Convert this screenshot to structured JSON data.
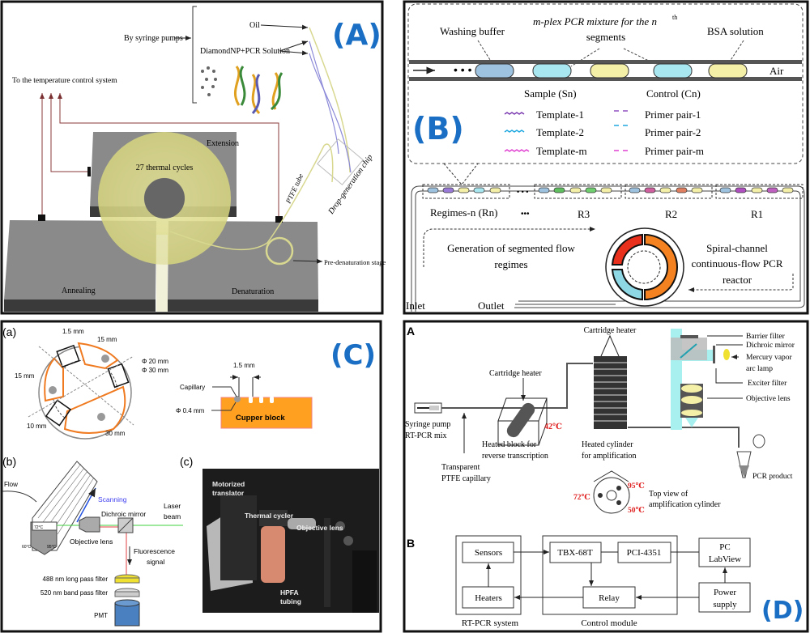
{
  "panel_a": {
    "label": "(A)",
    "syringe": "By syringe pumps",
    "oil": "Oil",
    "solution": "DiamondNP+PCR Solution",
    "temp_control": "To the temperature control system",
    "extension": "Extension",
    "cycles": "27 thermal cycles",
    "annealing": "Annealing",
    "denaturation": "Denaturation",
    "pre_denat": "Pre-denaturation stage",
    "ptfe": "PTFE tube",
    "chip": "Drop-generation chip"
  },
  "panel_b": {
    "label": "(B)",
    "washing": "Washing buffer",
    "mixture_1": "m-plex PCR mixture for the n",
    "mixture_sup": "th",
    "mixture_2": "segments",
    "bsa": "BSA solution",
    "air": "Air",
    "sample": "Sample (Sn)",
    "control": "Control (Cn)",
    "templates": [
      "Template-1",
      "Template-2",
      "Template-m"
    ],
    "primers": [
      "Primer pair-1",
      "Primer pair-2",
      "Primer pair-m"
    ],
    "regimes": [
      "Regimes-n (Rn)",
      "•••",
      "R3",
      "R2",
      "R1"
    ],
    "generation_1": "Generation of segmented flow",
    "generation_2": "regimes",
    "reactor": [
      "Spiral-channel",
      "continuous-flow PCR",
      "reactor"
    ],
    "inlet": "Inlet",
    "outlet": "Outlet",
    "colors": {
      "washing": "#9ec3e0",
      "sample": "#a8e6f0",
      "bsa": "#f5f0a8",
      "red": "#e8301c",
      "orange": "#f58220",
      "cyan": "#8ed8e6"
    }
  },
  "panel_c": {
    "label": "(C)",
    "sub_a": "(a)",
    "sub_b": "(b)",
    "sub_c": "(c)",
    "dims": [
      "1.5 mm",
      "15 mm",
      "15 mm",
      "Φ 20 mm",
      "Φ 30 mm",
      "10 mm",
      "30 mm"
    ],
    "block_gap": "1.5 mm",
    "capillary": "Capillary",
    "phi04": "Φ 0.4 mm",
    "block": "Cupper block",
    "flow": "Flow",
    "scanning": "Scanning",
    "dichroic": "Dichroic mirror",
    "laser_1": "Laser",
    "laser_2": "beam",
    "objective": "Objective lens",
    "fluor_1": "Fluorescence",
    "fluor_2": "signal",
    "filter1": "488 nm long pass filter",
    "filter2": "520 nm band pass filter",
    "pmt": "PMT",
    "temps": [
      "72°C",
      "60°C",
      "95°C"
    ],
    "photo": {
      "translator_1": "Motorized",
      "translator_2": "translator",
      "cycler": "Thermal cycler",
      "lens": "Objective lens",
      "tubing_1": "HPFA",
      "tubing_2": "tubing"
    }
  },
  "panel_d": {
    "label": "(D)",
    "sub_a": "A",
    "sub_b": "B",
    "cartridge_top": "Cartridge heater",
    "barrier": "Barrier filter",
    "dichroic": "Dichroic mirror",
    "mercury_1": "Mercury vapor",
    "mercury_2": "arc lamp",
    "exciter": "Exciter filter",
    "objective": "Objective lens",
    "cartridge_block": "Cartridge heater",
    "syringe_1": "Syringe pump",
    "syringe_2": "RT-PCR mix",
    "t42": "42℃",
    "block_1": "Heated block for",
    "block_2": "reverse transcription",
    "cyl_1": "Heated cylinder",
    "cyl_2": "for amplification",
    "ptfe_1": "Transparent",
    "ptfe_2": "PTFE capillary",
    "product": "PCR product",
    "t95": "95℃",
    "t72": "72℃",
    "t50": "50℃",
    "top_1": "Top view of",
    "top_2": "amplification cylinder",
    "blocks": {
      "sensors": "Sensors",
      "tbx": "TBX-68T",
      "pci": "PCI-4351",
      "pc_1": "PC",
      "pc_2": "LabView",
      "heaters": "Heaters",
      "relay": "Relay",
      "power_1": "Power",
      "power_2": "supply"
    },
    "group_rtpcr": "RT-PCR system",
    "group_control": "Control module"
  }
}
